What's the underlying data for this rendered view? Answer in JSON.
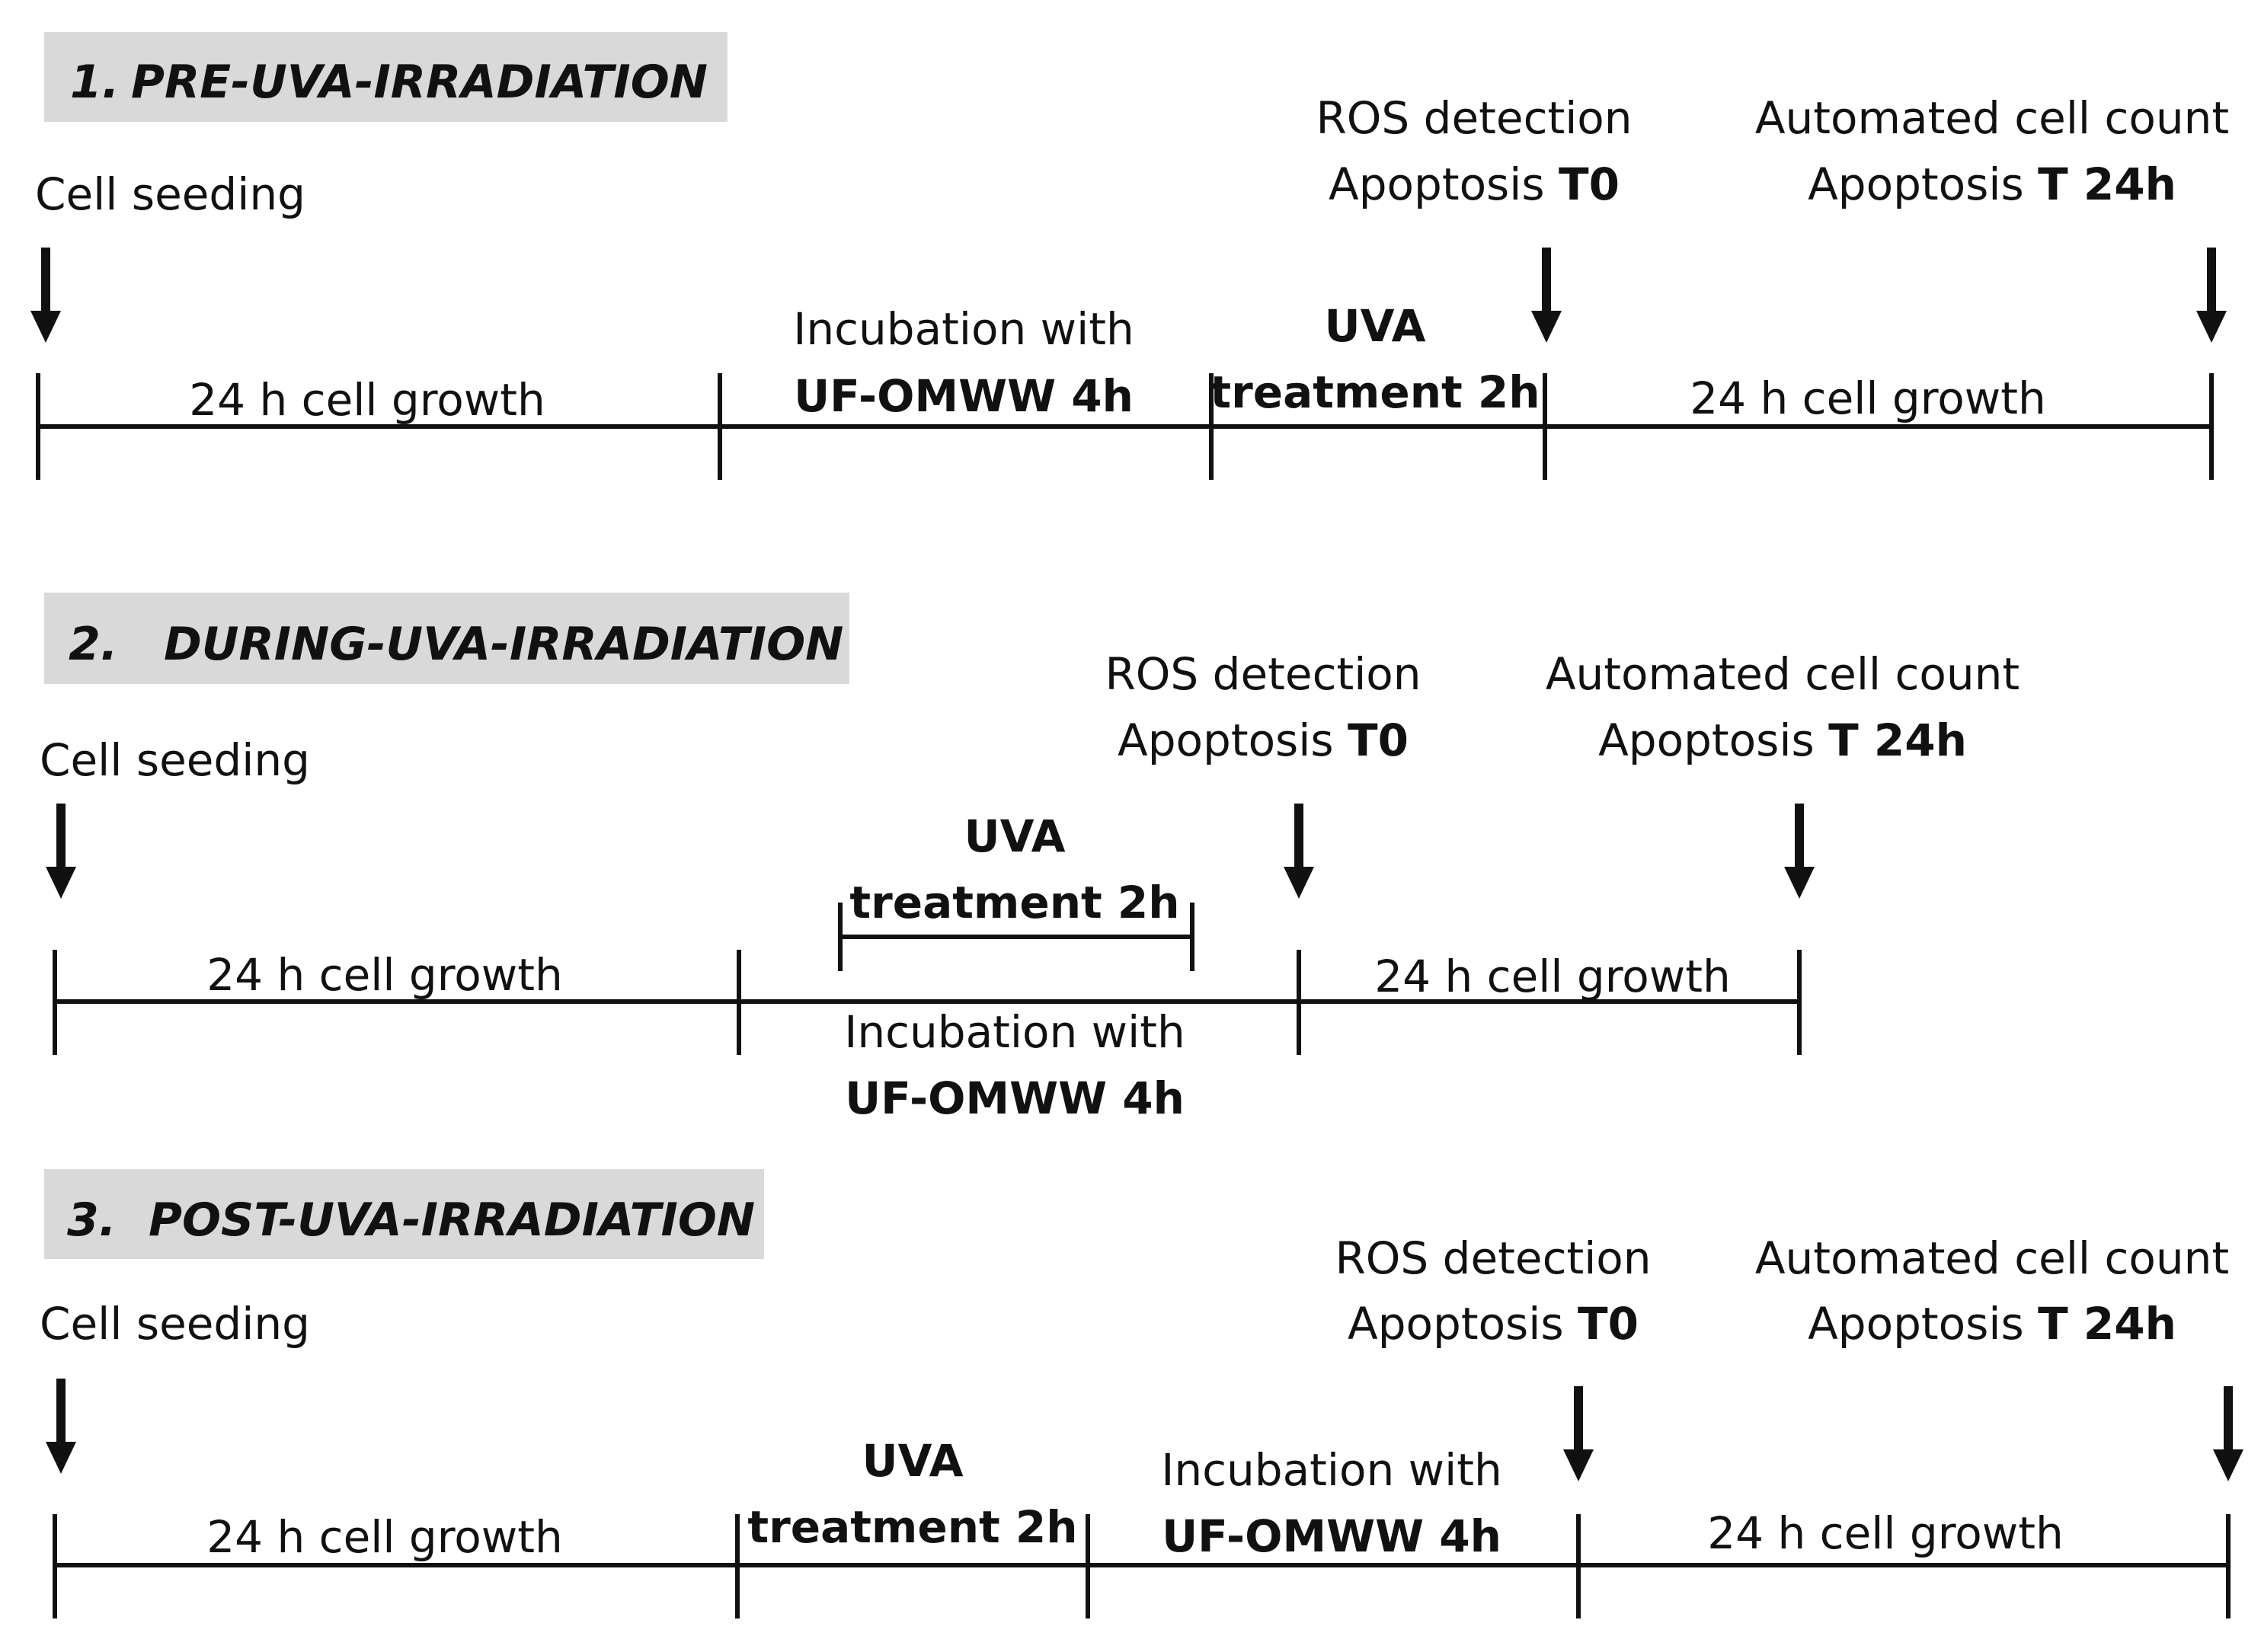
{
  "colors": {
    "title_box": "#d9d9d9",
    "ink": "#111111",
    "background": "#ffffff"
  },
  "section1": {
    "number": "1.",
    "title": "PRE-UVA-IRRADIATION",
    "cell_seeding": "Cell seeding",
    "growth1": "24 h cell growth",
    "incubation_line1": "Incubation with",
    "incubation_line2": "UF-OMWW 4h",
    "uva_line1": "UVA",
    "uva_line2": "treatment 2h",
    "ros_line1": "ROS detection",
    "ros_apoptosis": "Apoptosis",
    "ros_time": "T0",
    "count_line1": "Automated cell count",
    "count_apoptosis": "Apoptosis",
    "count_time": "T 24h",
    "growth2": "24 h cell growth"
  },
  "section2": {
    "number": "2.",
    "title": "DURING-UVA-IRRADIATION",
    "cell_seeding": "Cell seeding",
    "growth1": "24 h cell growth",
    "uva_line1": "UVA",
    "uva_line2": "treatment 2h",
    "incubation_line1": "Incubation with",
    "incubation_line2": "UF-OMWW 4h",
    "ros_line1": "ROS detection",
    "ros_apoptosis": "Apoptosis",
    "ros_time": "T0",
    "count_line1": "Automated cell count",
    "count_apoptosis": "Apoptosis",
    "count_time": "T 24h",
    "growth2": "24 h cell growth"
  },
  "section3": {
    "number": "3.",
    "title": "POST-UVA-IRRADIATION",
    "cell_seeding": "Cell seeding",
    "growth1": "24 h cell growth",
    "uva_line1": "UVA",
    "uva_line2": "treatment 2h",
    "incubation_line1": "Incubation with",
    "incubation_line2": "UF-OMWW 4h",
    "ros_line1": "ROS detection",
    "ros_apoptosis": "Apoptosis",
    "ros_time": "T0",
    "count_line1": "Automated cell count",
    "count_apoptosis": "Apoptosis",
    "count_time": "T 24h",
    "growth2": "24 h cell growth"
  }
}
